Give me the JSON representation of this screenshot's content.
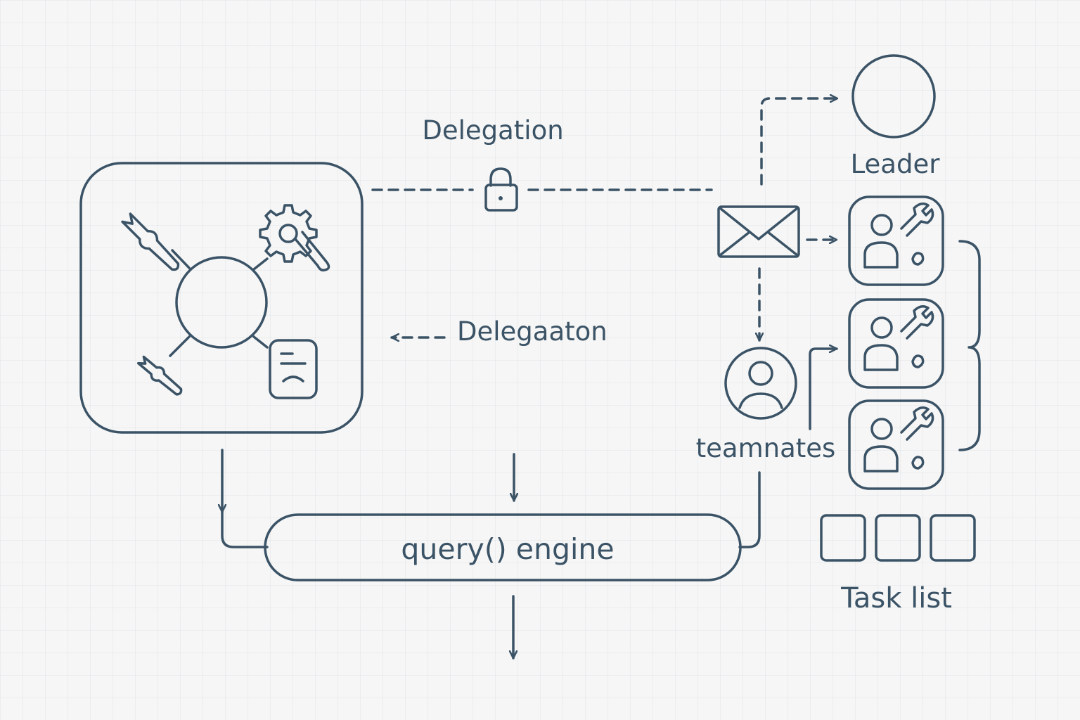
{
  "colors": {
    "ink": "#3b5366",
    "background": "#f6f6f6"
  },
  "labels": {
    "delegation_top": "Delegation",
    "delegation_back": "Delegaaton",
    "leader": "Leader",
    "teammates": "teamnates",
    "engine": "query() engine",
    "task_list": "Task list"
  },
  "icons": {
    "hub": [
      "wrench-icon",
      "gear-wrench-icon",
      "small-wrench-icon",
      "document-icon"
    ],
    "channel": [
      "lock-icon",
      "envelope-icon"
    ],
    "nodes": [
      "leader-node-circle",
      "teammate-avatar-icon",
      "worker-tool-icon"
    ]
  },
  "worker_count": 3,
  "task_count": 3
}
